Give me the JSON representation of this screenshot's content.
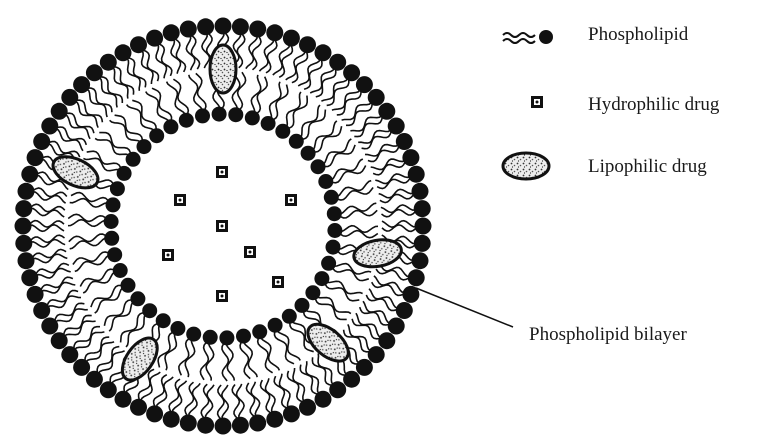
{
  "legend": {
    "phospholipid_label": "Phospholipid",
    "hydrophilic_label": "Hydrophilic drug",
    "lipophilic_label": "Lipophilic drug"
  },
  "callout": {
    "bilayer_label": "Phospholipid bilayer"
  },
  "colors": {
    "ink": "#111111",
    "drug_fill": "#e8e8e8"
  },
  "icons": [
    "phospholipid-icon",
    "hydrophilic-drug-icon",
    "lipophilic-drug-icon"
  ]
}
